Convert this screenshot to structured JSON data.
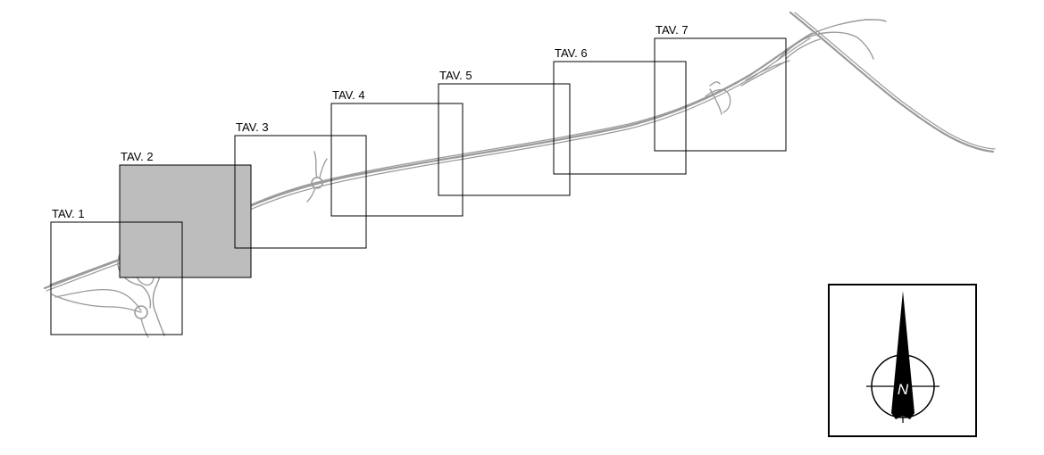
{
  "map": {
    "sheets": [
      {
        "label": "TAV. 1",
        "highlighted": false
      },
      {
        "label": "TAV. 2",
        "highlighted": true
      },
      {
        "label": "TAV. 3",
        "highlighted": false
      },
      {
        "label": "TAV. 4",
        "highlighted": false
      },
      {
        "label": "TAV. 5",
        "highlighted": false
      },
      {
        "label": "TAV. 6",
        "highlighted": false
      },
      {
        "label": "TAV. 7",
        "highlighted": false
      }
    ],
    "north_arrow": {
      "label": "N"
    },
    "colors": {
      "road": "#9a9a9a",
      "frame": "#000000",
      "highlight_fill": "#bdbdbd",
      "background": "#ffffff"
    }
  }
}
